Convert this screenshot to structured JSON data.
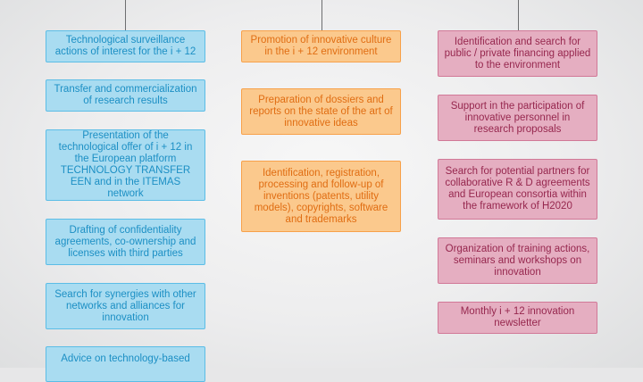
{
  "columns": [
    {
      "items": [
        "Technological surveillance actions of interest for the i + 12",
        "Transfer and commercialization of research results",
        "Presentation of the technological offer of i + 12 in the European platform TECHNOLOGY TRANSFER EEN and in the ITEMAS network",
        "Drafting of confidentiality agreements, co-ownership and licenses with third parties",
        "Search for synergies with other networks and alliances for innovation",
        "Advice on technology-based"
      ]
    },
    {
      "items": [
        "Promotion of innovative culture in the i + 12 environment",
        "Preparation of dossiers and reports on the state of the art of innovative ideas",
        "Identification, registration, processing and follow-up of inventions (patents, utility models), copyrights, software and trademarks"
      ]
    },
    {
      "items": [
        "Identification and search for public / private financing applied to the environment",
        "Support in the participation of innovative personnel in research proposals",
        "Search for potential partners for collaborative R & D agreements and European consortia within the framework of H2020",
        "Organization of training actions, seminars and workshops on innovation",
        "Monthly i + 12  innovation newsletter"
      ]
    }
  ]
}
